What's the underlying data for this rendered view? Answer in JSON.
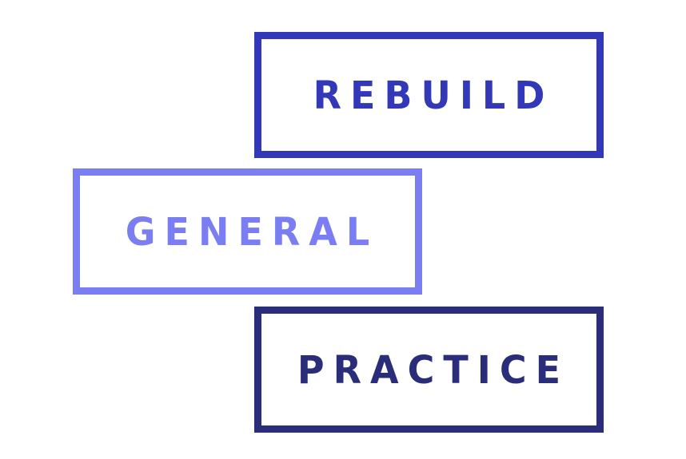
{
  "logo": {
    "words": [
      {
        "text": "REBUILD",
        "color": "#3238b8"
      },
      {
        "text": "GENERAL",
        "color": "#7a7ef2"
      },
      {
        "text": "PRACTICE",
        "color": "#2a2e7a"
      }
    ],
    "background": "#ffffff"
  }
}
